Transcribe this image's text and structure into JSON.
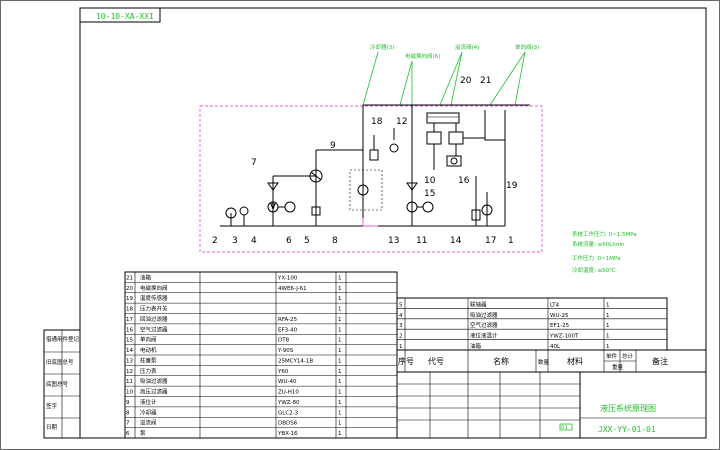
{
  "drawing_code_top": "10-10-XA-XXI",
  "title_block": {
    "drawing_name": "液压系统原理图",
    "drawing_number": "JXX-YY-01-01",
    "box_code": "01"
  },
  "green_callouts": [
    "冷却器(3)",
    "电磁换向阀(6)",
    "溢流阀(4)",
    "单向阀(3)"
  ],
  "green_notes": [
    "系统工作压力: 0~1.5MPa",
    "系统流量: ≤60L/min",
    "工作压力: 0~1MPa",
    "冷却温度: ≤50℃"
  ],
  "component_numbers": [
    "1",
    "2",
    "3",
    "4",
    "5",
    "6",
    "7",
    "8",
    "9",
    "10",
    "11",
    "12",
    "13",
    "14",
    "15",
    "16",
    "17",
    "18",
    "19",
    "20",
    "21"
  ],
  "parts_list": [
    {
      "no": "21",
      "name": "油箱",
      "spec": "YX-100",
      "qty": "1"
    },
    {
      "no": "20",
      "name": "电磁换向阀",
      "spec": "4WE6-J-61",
      "qty": "1"
    },
    {
      "no": "19",
      "name": "温度传感器",
      "spec": "",
      "qty": "1"
    },
    {
      "no": "18",
      "name": "压力表开关",
      "spec": "",
      "qty": "1"
    },
    {
      "no": "17",
      "name": "回油过滤器",
      "spec": "RFA-25",
      "qty": "1"
    },
    {
      "no": "16",
      "name": "空气过滤器",
      "spec": "EF3-40",
      "qty": "1"
    },
    {
      "no": "15",
      "name": "单向阀",
      "spec": "DT8",
      "qty": "1"
    },
    {
      "no": "14",
      "name": "电动机",
      "spec": "Y-90S",
      "qty": "1"
    },
    {
      "no": "13",
      "name": "柱塞泵",
      "spec": "25MCY14-1B",
      "qty": "1"
    },
    {
      "no": "12",
      "name": "压力表",
      "spec": "Y60",
      "qty": "1"
    },
    {
      "no": "11",
      "name": "吸油过滤器",
      "spec": "WU-40",
      "qty": "1"
    },
    {
      "no": "10",
      "name": "高压过滤器",
      "spec": "ZU-H10",
      "qty": "1"
    },
    {
      "no": "9",
      "name": "液位计",
      "spec": "YWZ-80",
      "qty": "1"
    },
    {
      "no": "8",
      "name": "冷却器",
      "spec": "GLC2-3",
      "qty": "1"
    },
    {
      "no": "7",
      "name": "溢流阀",
      "spec": "DBDS6",
      "qty": "1"
    },
    {
      "no": "6",
      "name": "泵",
      "spec": "YBX-16",
      "qty": "1"
    }
  ],
  "upper_list": [
    {
      "no": "5",
      "name": "联轴器",
      "spec": "LT4",
      "qty": "1"
    },
    {
      "no": "4",
      "name": "吸油过滤器",
      "spec": "WU-25",
      "qty": "1"
    },
    {
      "no": "3",
      "name": "空气过滤器",
      "spec": "EF1-25",
      "qty": "1"
    },
    {
      "no": "2",
      "name": "液位液温计",
      "spec": "YWZ-100T",
      "qty": "1"
    },
    {
      "no": "1",
      "name": "油箱",
      "spec": "40L",
      "qty": "1"
    }
  ],
  "header_labels": {
    "no": "序号",
    "code": "代号",
    "name": "名称",
    "qty": "数量",
    "material": "材料",
    "single": "单件",
    "total": "总计",
    "weight": "重量",
    "remarks": "备注"
  },
  "left_stamps": [
    "借通用件登记",
    "旧底图总号",
    "底图总号",
    "签字",
    "日期"
  ]
}
